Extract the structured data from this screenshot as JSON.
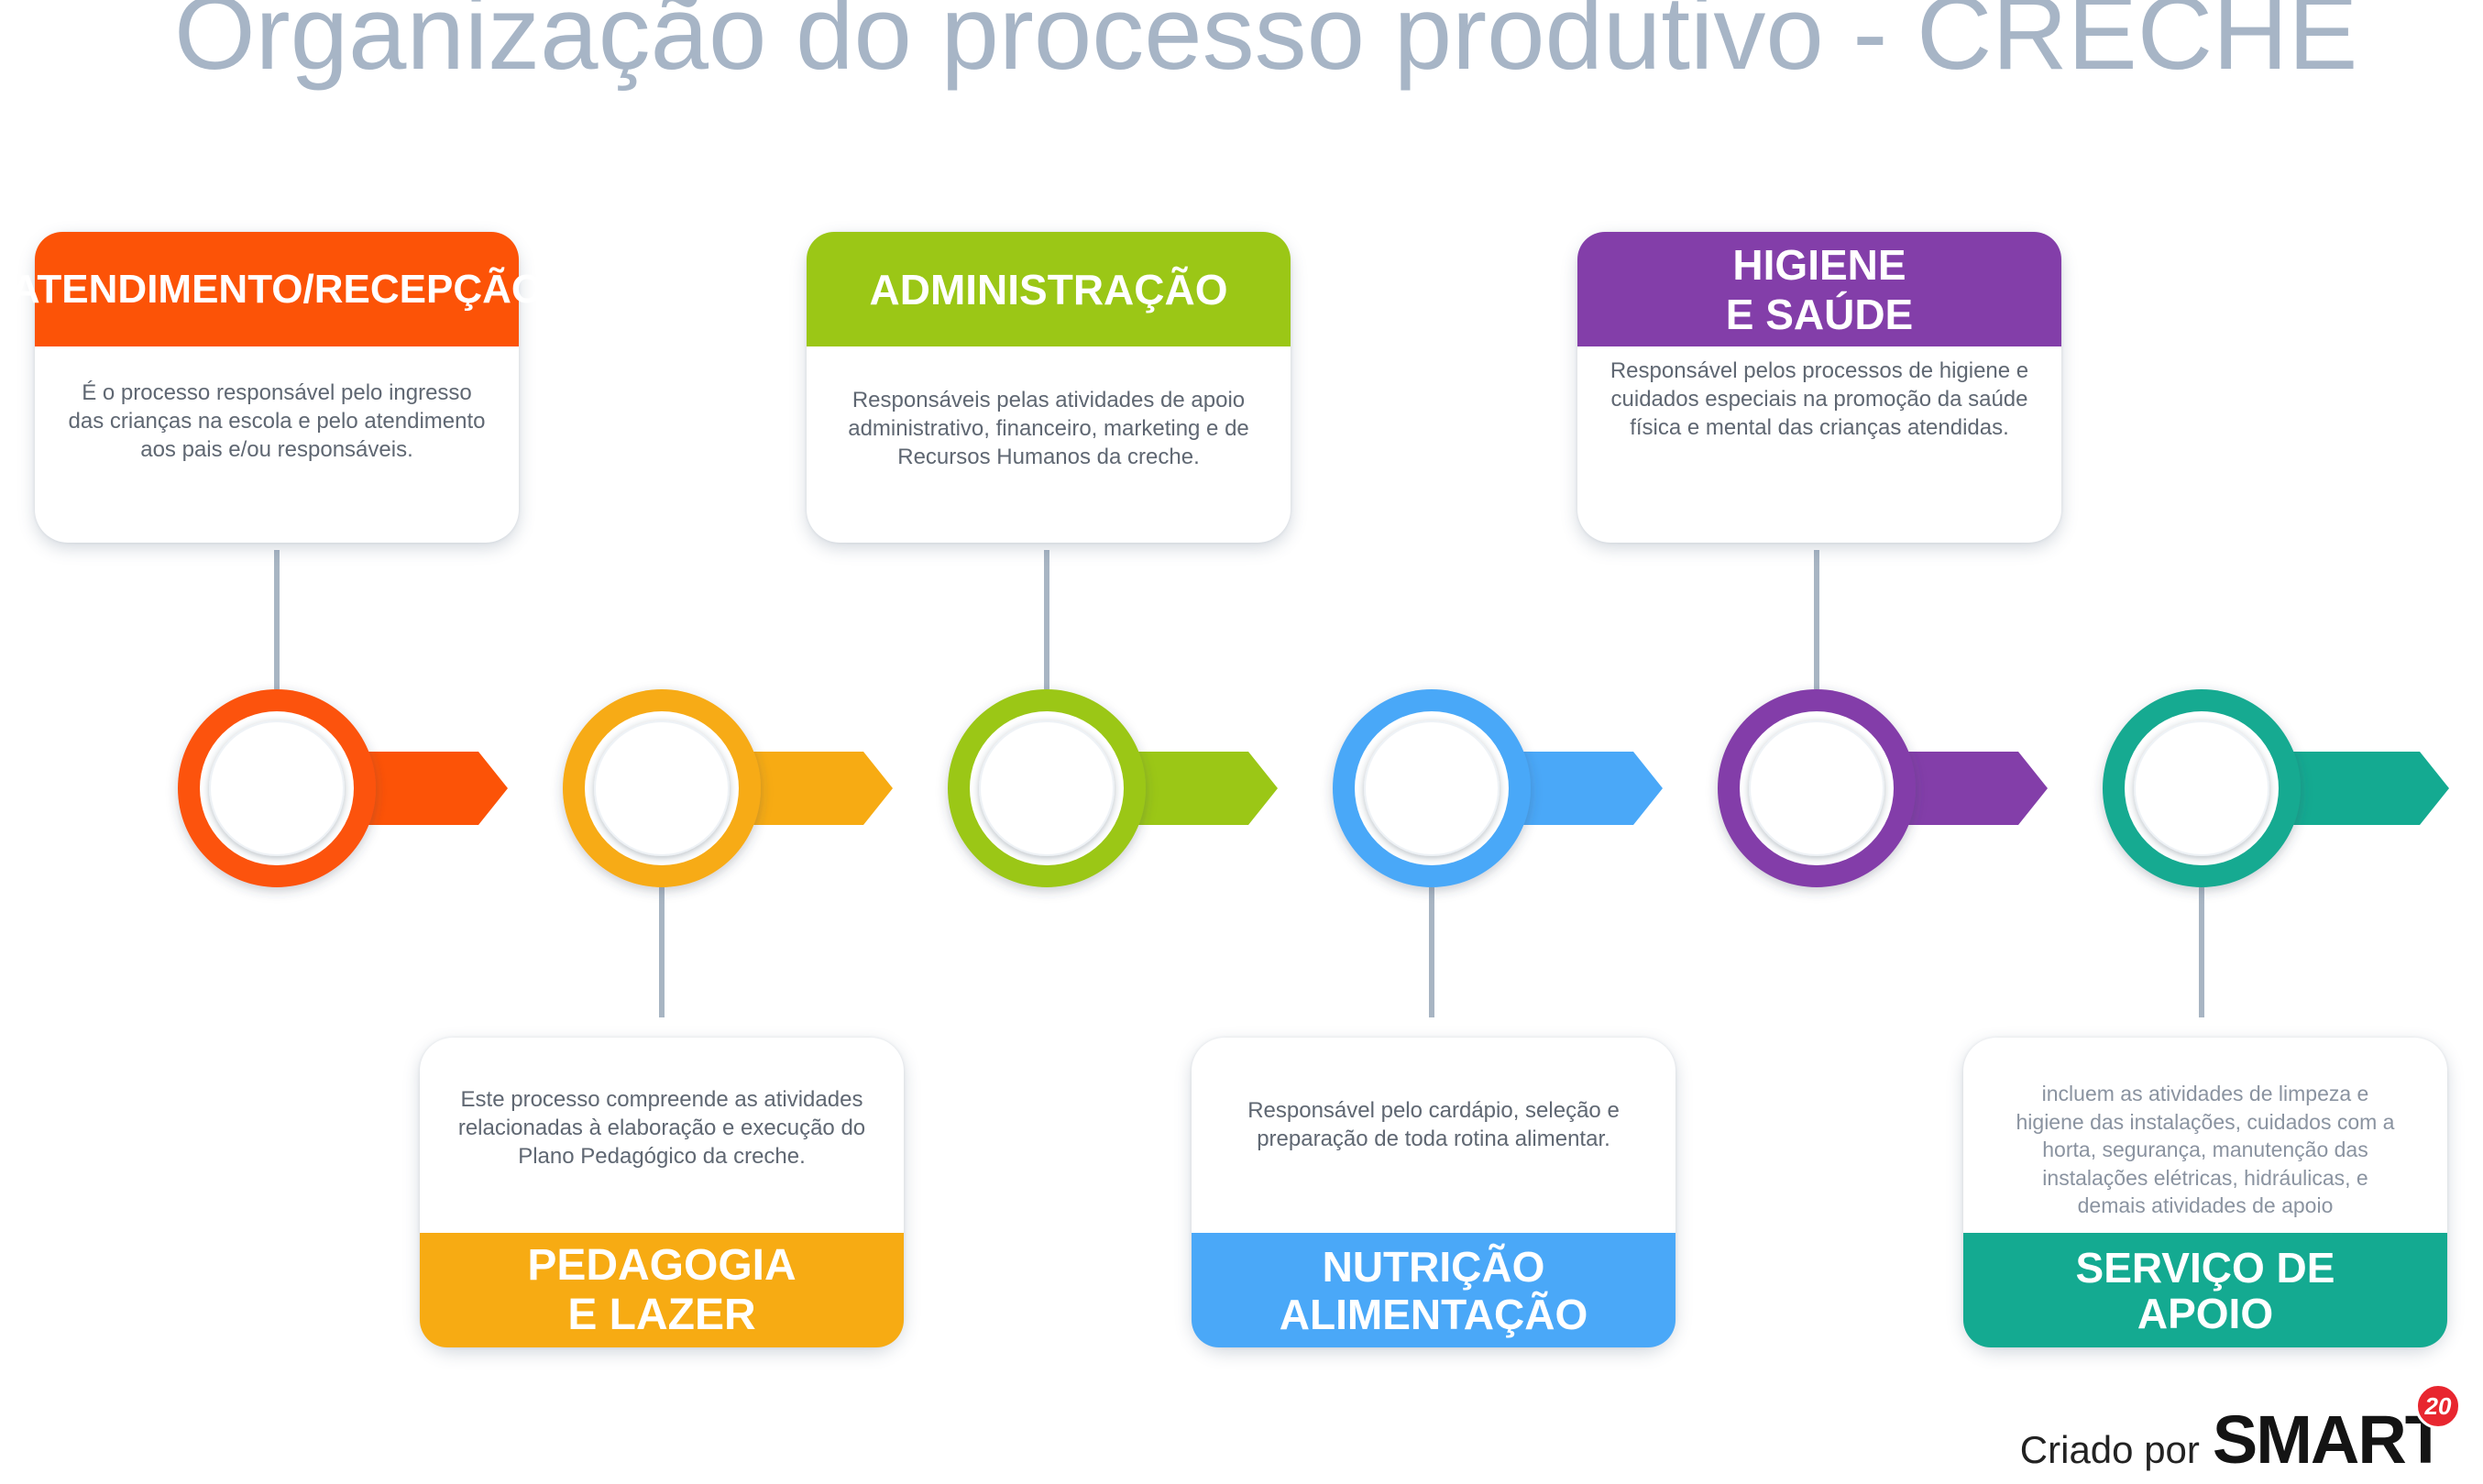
{
  "title": "Organização do processo produtivo - CRECHE",
  "colors": {
    "orange_red": "#fc5307",
    "amber": "#f7ab13",
    "green": "#9bc716",
    "blue": "#4aa8f8",
    "purple": "#833ea9",
    "teal": "#14aa91",
    "connector": "#a8b5c3",
    "title": "#a7b5c6"
  },
  "steps": [
    {
      "name": "ATENDIMENTO/RECEPÇÃO",
      "description": "É o processo responsável pelo ingresso das crianças na escola e pelo atendimento aos pais e/ou responsáveis.",
      "color": "#fc5307"
    },
    {
      "name": "PEDAGOGIA E LAZER",
      "description": "Este processo compreende as atividades relacionadas à elaboração e execução do Plano Pedagógico da creche.",
      "color": "#f7ab13"
    },
    {
      "name": "ADMINISTRAÇÃO",
      "description": "Responsáveis pelas atividades de apoio administrativo, financeiro, marketing e de Recursos Humanos da creche.",
      "color": "#9bc716"
    },
    {
      "name": "NUTRIÇÃO ALIMENTAÇÃO",
      "description": "Responsável pelo cardápio, seleção e preparação de toda rotina alimentar.",
      "color": "#4aa8f8"
    },
    {
      "name": "HIGIENE E SAÚDE",
      "description": "Responsável pelos processos de higiene e cuidados especiais na promoção da saúde física e mental das crianças atendidas.",
      "color": "#833ea9"
    },
    {
      "name": "SERVIÇO DE APOIO",
      "description": "incluem as atividades de limpeza e higiene das instalações, cuidados com a horta, segurança, manutenção das instalações elétricas, hidráulicas, e demais atividades de apoio",
      "color": "#14aa91"
    }
  ],
  "credit": {
    "label": "Criado por",
    "brand": "SMART",
    "badge": "20"
  }
}
